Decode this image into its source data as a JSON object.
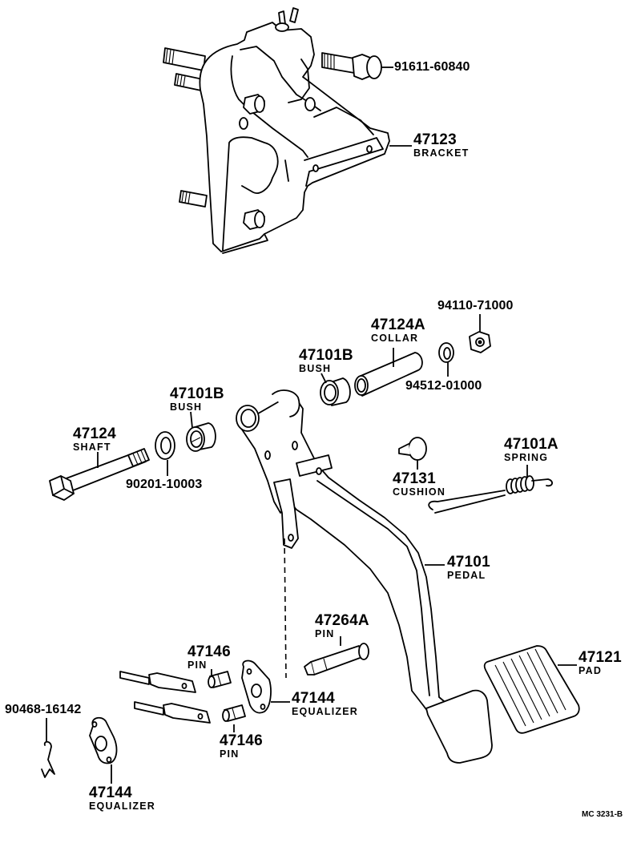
{
  "diagram": {
    "title": "Clutch pedal & bracket exploded parts diagram",
    "reference_code": "MC 3231-B",
    "parts": [
      {
        "id": "bolt-91611",
        "number": "91611-60840",
        "name": ""
      },
      {
        "id": "bracket",
        "number": "47123",
        "name": "BRACKET"
      },
      {
        "id": "nut",
        "number": "94110-71000",
        "name": ""
      },
      {
        "id": "collar",
        "number": "47124A",
        "name": "COLLAR"
      },
      {
        "id": "bush-right",
        "number": "47101B",
        "name": "BUSH"
      },
      {
        "id": "washer-right",
        "number": "94512-01000",
        "name": ""
      },
      {
        "id": "bush-left",
        "number": "47101B",
        "name": "BUSH"
      },
      {
        "id": "shaft",
        "number": "47124",
        "name": "SHAFT"
      },
      {
        "id": "washer-left",
        "number": "90201-10003",
        "name": ""
      },
      {
        "id": "spring",
        "number": "47101A",
        "name": "SPRING"
      },
      {
        "id": "cushion",
        "number": "47131",
        "name": "CUSHION"
      },
      {
        "id": "pedal",
        "number": "47101",
        "name": "PEDAL"
      },
      {
        "id": "pin-main",
        "number": "47264A",
        "name": "PIN"
      },
      {
        "id": "pin-upper",
        "number": "47146",
        "name": "PIN"
      },
      {
        "id": "equalizer-center",
        "number": "47144",
        "name": "EQUALIZER"
      },
      {
        "id": "pin-lower",
        "number": "47146",
        "name": "PIN"
      },
      {
        "id": "pad",
        "number": "47121",
        "name": "PAD"
      },
      {
        "id": "clip",
        "number": "90468-16142",
        "name": ""
      },
      {
        "id": "equalizer-left",
        "number": "47144",
        "name": "EQUALIZER"
      }
    ]
  }
}
